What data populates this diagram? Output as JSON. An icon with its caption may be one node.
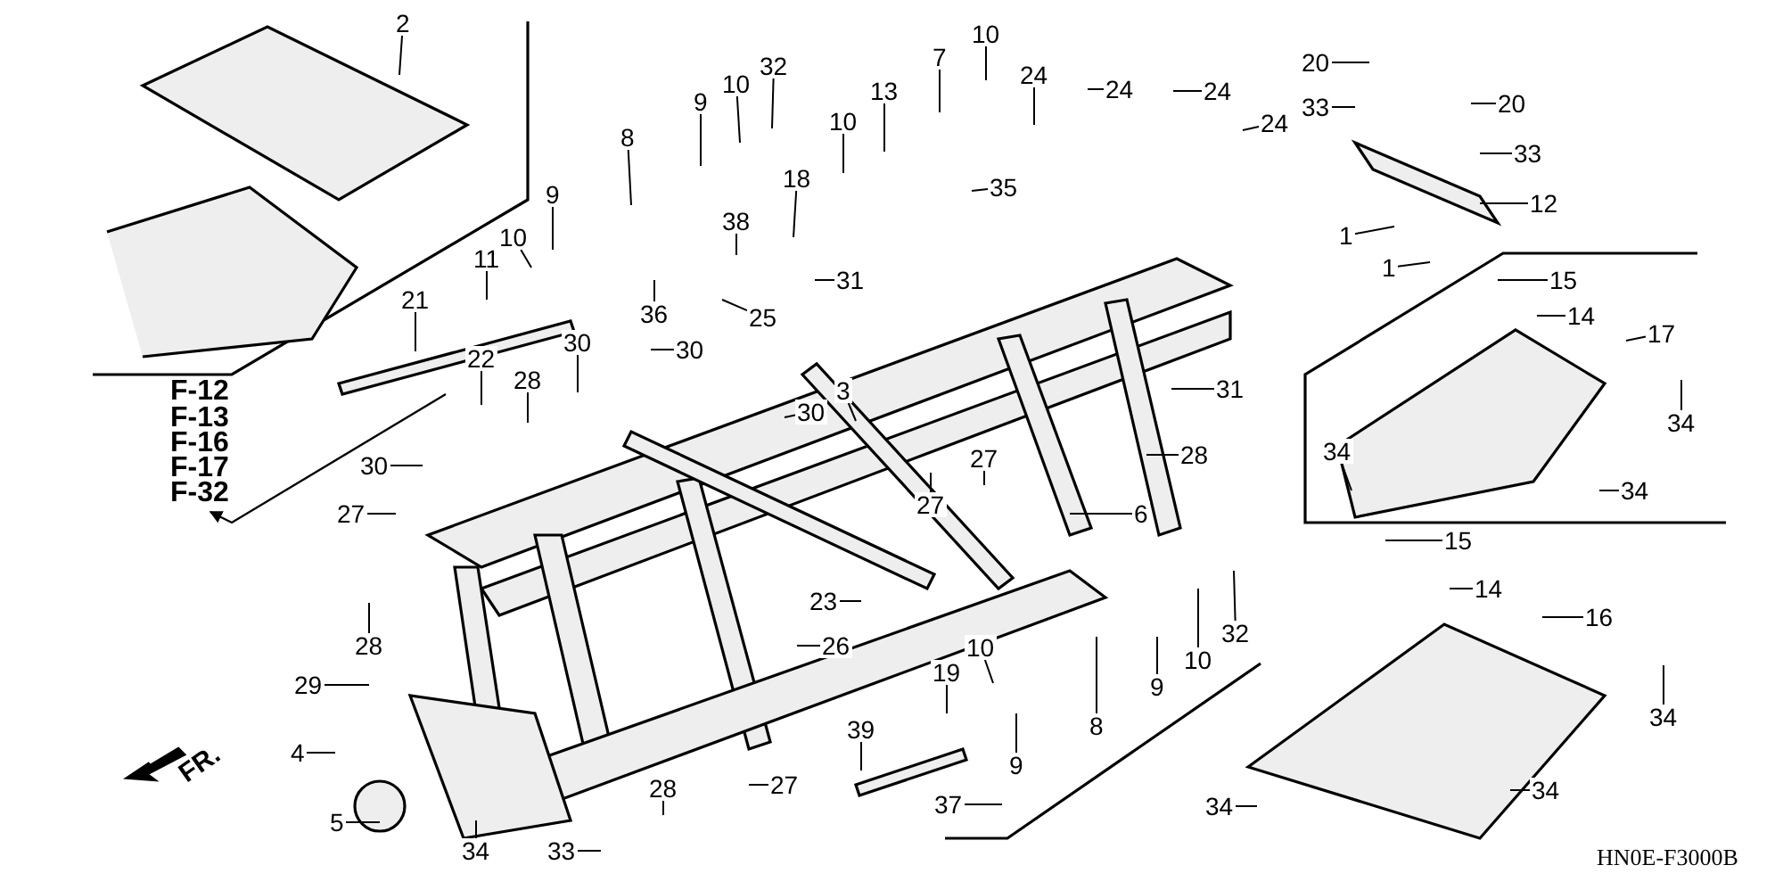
{
  "diagram": {
    "nodes": [
      {
        "text": [
          "2"
        ]
      },
      {
        "text": [
          "21"
        ]
      },
      {
        "text": [
          "11"
        ]
      },
      {
        "text": [
          "10"
        ]
      },
      {
        "text": [
          "9"
        ]
      },
      {
        "text": [
          "8"
        ]
      },
      {
        "text": [
          "9"
        ]
      },
      {
        "text": [
          "10"
        ]
      },
      {
        "text": [
          "32"
        ]
      },
      {
        "text": [
          "10"
        ]
      },
      {
        "text": [
          "13"
        ]
      },
      {
        "text": [
          "18"
        ]
      },
      {
        "text": [
          "38"
        ]
      },
      {
        "text": [
          "31"
        ]
      },
      {
        "text": [
          "36"
        ]
      },
      {
        "text": [
          "25"
        ]
      },
      {
        "text": [
          "30"
        ]
      },
      {
        "text": [
          "30"
        ]
      },
      {
        "text": [
          "22"
        ]
      },
      {
        "text": [
          "28"
        ]
      },
      {
        "text": [
          "3"
        ]
      },
      {
        "text": [
          "30"
        ]
      },
      {
        "text": [
          "7"
        ]
      },
      {
        "text": [
          "10"
        ]
      },
      {
        "text": [
          "24"
        ]
      },
      {
        "text": [
          "24"
        ]
      },
      {
        "text": [
          "24"
        ]
      },
      {
        "text": [
          "24"
        ]
      },
      {
        "text": [
          "35"
        ]
      },
      {
        "text": [
          "20"
        ]
      },
      {
        "text": [
          "33"
        ]
      },
      {
        "text": [
          "20"
        ]
      },
      {
        "text": [
          "33"
        ]
      },
      {
        "text": [
          "12"
        ]
      },
      {
        "text": [
          "1"
        ]
      },
      {
        "text": [
          "1"
        ]
      },
      {
        "text": [
          "15"
        ]
      },
      {
        "text": [
          "14"
        ]
      },
      {
        "text": [
          "17"
        ]
      },
      {
        "text": [
          "34"
        ]
      },
      {
        "text": [
          "31"
        ]
      },
      {
        "text": [
          "30"
        ]
      },
      {
        "text": [
          "27"
        ]
      },
      {
        "text": [
          "28"
        ]
      },
      {
        "text": [
          "29"
        ]
      },
      {
        "text": [
          "4"
        ]
      },
      {
        "text": [
          "5"
        ]
      },
      {
        "text": [
          "34"
        ]
      },
      {
        "text": [
          "33"
        ]
      },
      {
        "text": [
          "23"
        ]
      },
      {
        "text": [
          "26"
        ]
      },
      {
        "text": [
          "28"
        ]
      },
      {
        "text": [
          "27"
        ]
      },
      {
        "text": [
          "39"
        ]
      },
      {
        "text": [
          "27"
        ]
      },
      {
        "text": [
          "27"
        ]
      },
      {
        "text": [
          "28"
        ]
      },
      {
        "text": [
          "6"
        ]
      },
      {
        "text": [
          "10"
        ]
      },
      {
        "text": [
          "19"
        ]
      },
      {
        "text": [
          "9"
        ]
      },
      {
        "text": [
          "37"
        ]
      },
      {
        "text": [
          "8"
        ]
      },
      {
        "text": [
          "9"
        ]
      },
      {
        "text": [
          "10"
        ]
      },
      {
        "text": [
          "32"
        ]
      },
      {
        "text": [
          "34"
        ]
      },
      {
        "text": [
          "34"
        ]
      },
      {
        "text": [
          "15"
        ]
      },
      {
        "text": [
          "14"
        ]
      },
      {
        "text": [
          "16"
        ]
      },
      {
        "text": [
          "34"
        ]
      },
      {
        "text": [
          "34"
        ]
      },
      {
        "text": [
          "34"
        ]
      }
    ],
    "edges": [
      {
        "from": 0,
        "to": null,
        "arrow": "none"
      },
      {
        "from": 1,
        "to": null,
        "arrow": "none"
      },
      {
        "from": 2,
        "to": null,
        "arrow": "none"
      },
      {
        "from": 3,
        "to": null,
        "arrow": "none"
      },
      {
        "from": 4,
        "to": null,
        "arrow": "none"
      },
      {
        "from": 5,
        "to": null,
        "arrow": "none"
      },
      {
        "from": 6,
        "to": null,
        "arrow": "none"
      },
      {
        "from": 7,
        "to": null,
        "arrow": "none"
      },
      {
        "from": 8,
        "to": null,
        "arrow": "none"
      },
      {
        "from": 9,
        "to": null,
        "arrow": "none"
      },
      {
        "from": 10,
        "to": null,
        "arrow": "none"
      },
      {
        "from": 11,
        "to": null,
        "arrow": "none"
      },
      {
        "from": 12,
        "to": null,
        "arrow": "none"
      },
      {
        "from": 13,
        "to": null,
        "arrow": "none"
      },
      {
        "from": 14,
        "to": null,
        "arrow": "none"
      },
      {
        "from": 15,
        "to": null,
        "arrow": "none"
      },
      {
        "from": 16,
        "to": null,
        "arrow": "none"
      },
      {
        "from": 17,
        "to": null,
        "arrow": "none"
      },
      {
        "from": 18,
        "to": null,
        "arrow": "none"
      },
      {
        "from": 19,
        "to": null,
        "arrow": "none"
      },
      {
        "from": 20,
        "to": null,
        "arrow": "none"
      },
      {
        "from": 21,
        "to": null,
        "arrow": "none"
      },
      {
        "from": 22,
        "to": null,
        "arrow": "none"
      },
      {
        "from": 23,
        "to": null,
        "arrow": "none"
      },
      {
        "from": 24,
        "to": null,
        "arrow": "none"
      },
      {
        "from": 25,
        "to": null,
        "arrow": "none"
      },
      {
        "from": 26,
        "to": null,
        "arrow": "none"
      },
      {
        "from": 27,
        "to": null,
        "arrow": "none"
      },
      {
        "from": 28,
        "to": null,
        "arrow": "none"
      },
      {
        "from": 29,
        "to": null,
        "arrow": "none"
      },
      {
        "from": 30,
        "to": null,
        "arrow": "none"
      },
      {
        "from": 31,
        "to": null,
        "arrow": "none"
      },
      {
        "from": 32,
        "to": null,
        "arrow": "none"
      },
      {
        "from": 33,
        "to": null,
        "arrow": "none"
      },
      {
        "from": 34,
        "to": null,
        "arrow": "none"
      },
      {
        "from": 35,
        "to": null,
        "arrow": "none"
      },
      {
        "from": 36,
        "to": null,
        "arrow": "none"
      },
      {
        "from": 37,
        "to": null,
        "arrow": "none"
      },
      {
        "from": 38,
        "to": null,
        "arrow": "none"
      },
      {
        "from": 39,
        "to": null,
        "arrow": "none"
      },
      {
        "from": 40,
        "to": null,
        "arrow": "none"
      },
      {
        "from": 41,
        "to": null,
        "arrow": "none"
      },
      {
        "from": 42,
        "to": null,
        "arrow": "none"
      },
      {
        "from": 43,
        "to": null,
        "arrow": "none"
      },
      {
        "from": 44,
        "to": null,
        "arrow": "none"
      },
      {
        "from": 45,
        "to": null,
        "arrow": "none"
      },
      {
        "from": 46,
        "to": null,
        "arrow": "none"
      },
      {
        "from": 47,
        "to": null,
        "arrow": "none"
      },
      {
        "from": 48,
        "to": null,
        "arrow": "none"
      },
      {
        "from": 49,
        "to": null,
        "arrow": "none"
      },
      {
        "from": 50,
        "to": null,
        "arrow": "none"
      },
      {
        "from": 51,
        "to": null,
        "arrow": "none"
      },
      {
        "from": 52,
        "to": null,
        "arrow": "none"
      },
      {
        "from": 53,
        "to": null,
        "arrow": "none"
      },
      {
        "from": 54,
        "to": null,
        "arrow": "none"
      },
      {
        "from": 55,
        "to": null,
        "arrow": "none"
      },
      {
        "from": 56,
        "to": null,
        "arrow": "none"
      },
      {
        "from": 57,
        "to": null,
        "arrow": "none"
      },
      {
        "from": 58,
        "to": null,
        "arrow": "none"
      },
      {
        "from": 59,
        "to": null,
        "arrow": "none"
      },
      {
        "from": 60,
        "to": null,
        "arrow": "none"
      },
      {
        "from": 61,
        "to": null,
        "arrow": "none"
      },
      {
        "from": 62,
        "to": null,
        "arrow": "none"
      },
      {
        "from": 63,
        "to": null,
        "arrow": "none"
      },
      {
        "from": 64,
        "to": null,
        "arrow": "none"
      },
      {
        "from": 65,
        "to": null,
        "arrow": "none"
      },
      {
        "from": 66,
        "to": null,
        "arrow": "none"
      },
      {
        "from": 67,
        "to": null,
        "arrow": "none"
      },
      {
        "from": 68,
        "to": null,
        "arrow": "none"
      },
      {
        "from": 69,
        "to": null,
        "arrow": "none"
      },
      {
        "from": 70,
        "to": null,
        "arrow": "none"
      },
      {
        "from": 71,
        "to": null,
        "arrow": "none"
      },
      {
        "from": 72,
        "to": null,
        "arrow": "none"
      },
      {
        "from": 73,
        "to": null,
        "arrow": "none"
      }
    ],
    "labels": [
      "F-12",
      "F-13",
      "F-16",
      "F-17",
      "F-32",
      "FR.",
      "HN0E-F3000B"
    ]
  }
}
